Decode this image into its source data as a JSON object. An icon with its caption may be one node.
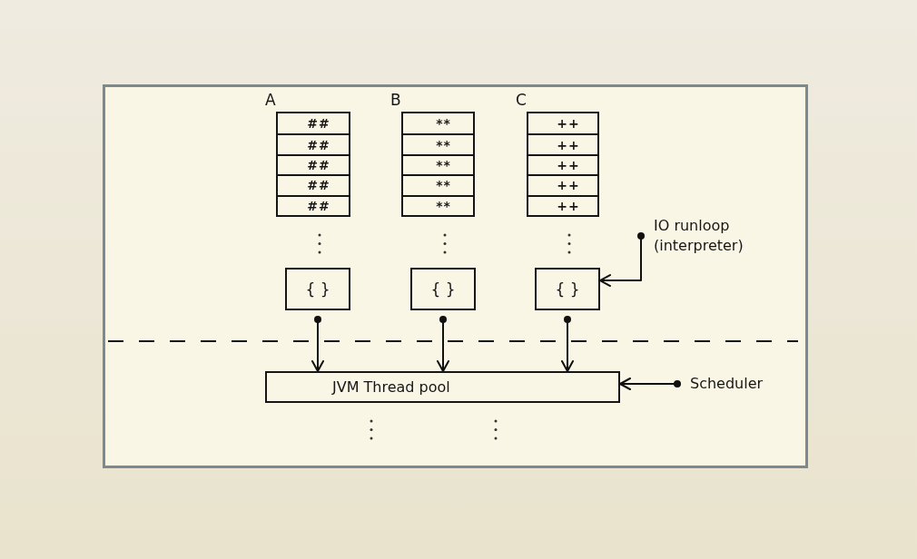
{
  "diagram": {
    "nodes": [
      {
        "text": [
          "A"
        ]
      },
      {
        "text": [
          "##"
        ],
        "in": 0
      },
      {
        "text": [
          "##"
        ],
        "in": 0
      },
      {
        "text": [
          "##"
        ],
        "in": 0
      },
      {
        "text": [
          "##"
        ],
        "in": 0
      },
      {
        "text": [
          "##"
        ],
        "in": 0
      },
      {
        "text": [
          "B"
        ]
      },
      {
        "text": [
          "**"
        ],
        "in": 6
      },
      {
        "text": [
          "**"
        ],
        "in": 6
      },
      {
        "text": [
          "**"
        ],
        "in": 6
      },
      {
        "text": [
          "**"
        ],
        "in": 6
      },
      {
        "text": [
          "**"
        ],
        "in": 6
      },
      {
        "text": [
          "C"
        ]
      },
      {
        "text": [
          "++"
        ],
        "in": 12
      },
      {
        "text": [
          "++"
        ],
        "in": 12
      },
      {
        "text": [
          "++"
        ],
        "in": 12
      },
      {
        "text": [
          "++"
        ],
        "in": 12
      },
      {
        "text": [
          "++"
        ],
        "in": 12
      },
      {
        "text": [
          "IO runloop (interpreter)"
        ]
      },
      {
        "text": [
          "{ }"
        ]
      },
      {
        "text": [
          "{ }"
        ]
      },
      {
        "text": [
          "{ }"
        ]
      },
      {
        "text": [
          "JVM Thread pool"
        ]
      },
      {
        "text": [
          "Scheduler"
        ]
      }
    ],
    "edges": [
      {
        "from": 19,
        "to": 22,
        "arrow": "to"
      },
      {
        "from": 20,
        "to": 22,
        "arrow": "to"
      },
      {
        "from": 21,
        "to": 22,
        "arrow": "to"
      },
      {
        "from": 18,
        "to": 21,
        "arrow": "to"
      },
      {
        "from": 23,
        "to": 22,
        "arrow": "to"
      }
    ]
  }
}
